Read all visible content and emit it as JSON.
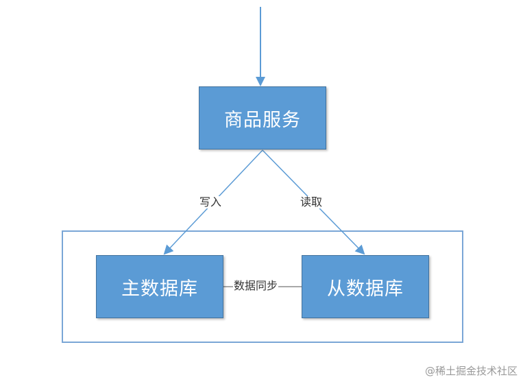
{
  "nodes": {
    "service": "商品服务",
    "master_db": "主数据库",
    "slave_db": "从数据库"
  },
  "edge_labels": {
    "write": "写入",
    "read": "读取",
    "sync": "数据同步"
  },
  "watermark": "@稀土掘金技术社区",
  "colors": {
    "node_fill": "#5b9bd5",
    "node_border": "#41719c",
    "arrow": "#5b9bd5",
    "container_border": "#7aa6d6",
    "sync_line": "#8c8c8c"
  }
}
